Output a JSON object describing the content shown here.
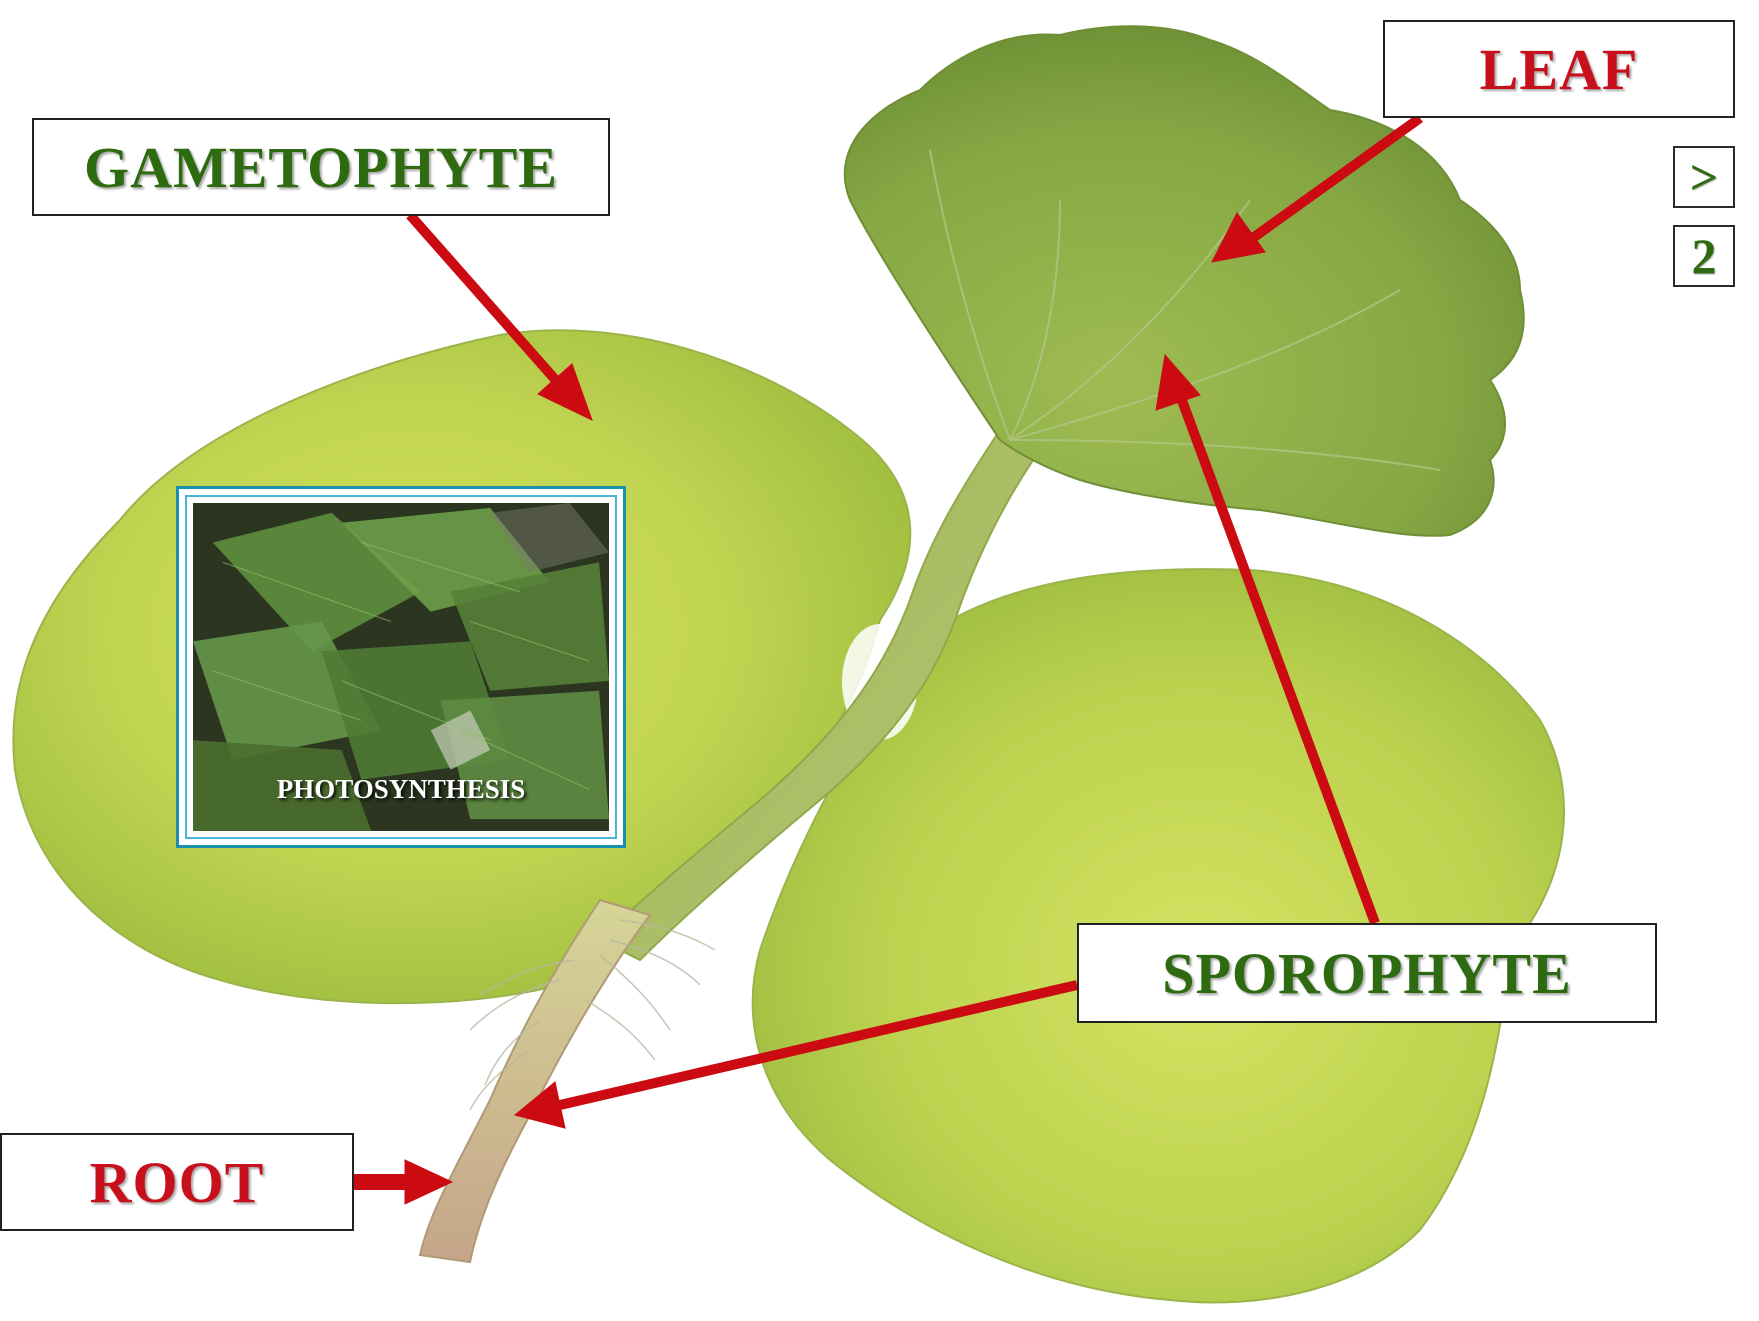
{
  "labels": {
    "gametophyte": "GAMETOPHYTE",
    "leaf": "LEAF",
    "sporophyte": "SPOROPHYTE",
    "root": "ROOT"
  },
  "navigation": {
    "next": ">",
    "page_number": "2"
  },
  "photo": {
    "caption": "PHOTOSYNTHESIS"
  },
  "colors": {
    "green_label": "#2e6b10",
    "red_label": "#c8101c",
    "arrow": "#cc0a12",
    "nav_text": "#2e6b10",
    "photo_frame": "#1b8fb0"
  },
  "icons": {
    "pointer_arrows": "red-arrow-icon",
    "next_glyph": "chevron-right-icon"
  }
}
